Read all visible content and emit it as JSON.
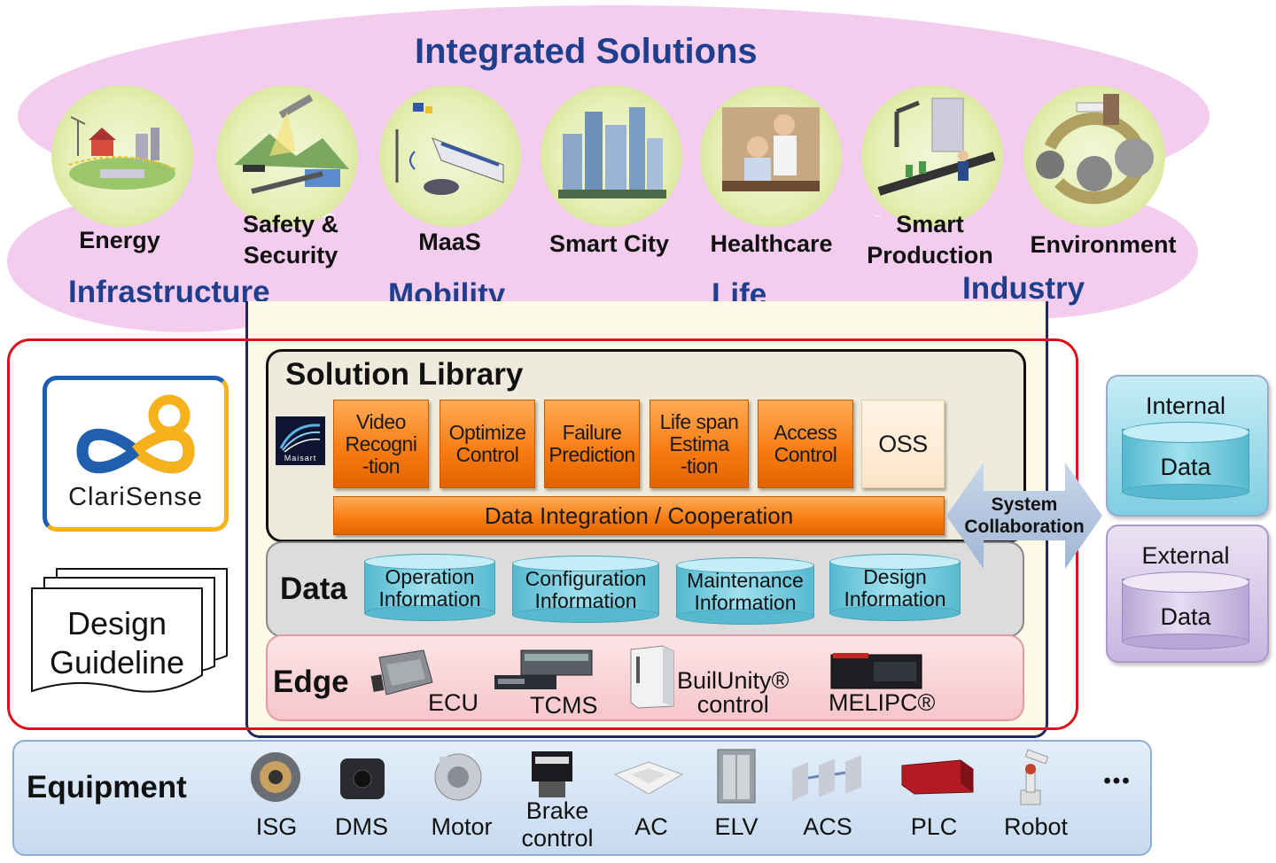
{
  "header": {
    "title": "Integrated Solutions"
  },
  "solutions": [
    {
      "label": "Energy"
    },
    {
      "label": "Safety &\nSecurity"
    },
    {
      "label": "MaaS"
    },
    {
      "label": "Smart City"
    },
    {
      "label": "Healthcare"
    },
    {
      "label": "Smart\nProduction"
    },
    {
      "label": "Environment"
    }
  ],
  "categories": [
    "Infrastructure",
    "Mobility",
    "Life",
    "Industry"
  ],
  "brand": {
    "name": "ClariSense"
  },
  "guideline": {
    "label": "Design\nGuideline"
  },
  "solution_library": {
    "title": "Solution Library",
    "logo_text": "Maisart",
    "modules": [
      "Video\nRecogni\n-tion",
      "Optimize\nControl",
      "Failure\nPrediction",
      "Life span\nEstima\n-tion",
      "Access\nControl",
      "OSS"
    ],
    "integration": "Data Integration / Cooperation"
  },
  "data_layer": {
    "title": "Data",
    "items": [
      "Operation\nInformation",
      "Configuration\nInformation",
      "Maintenance\nInformation",
      "Design\nInformation"
    ]
  },
  "edge_layer": {
    "title": "Edge",
    "devices": [
      "ECU",
      "TCMS",
      "BuilUnity®\ncontrol",
      "MELIPC®"
    ]
  },
  "collaboration": {
    "label": "System\nCollaboration"
  },
  "data_sources": [
    {
      "title": "Internal",
      "label": "Data"
    },
    {
      "title": "External",
      "label": "Data"
    }
  ],
  "equipment": {
    "title": "Equipment",
    "items": [
      "ISG",
      "DMS",
      "Motor",
      "Brake\ncontrol",
      "AC",
      "ELV",
      "ACS",
      "PLC",
      "Robot"
    ],
    "more": "•••"
  },
  "colors": {
    "accent_blue": "#1f3f8c",
    "cloud_pink": "#f4cdee",
    "orange": "#f77a10",
    "red_frame": "#e0101a",
    "brand_blue": "#1f5fae",
    "brand_yellow": "#f5b21c"
  }
}
